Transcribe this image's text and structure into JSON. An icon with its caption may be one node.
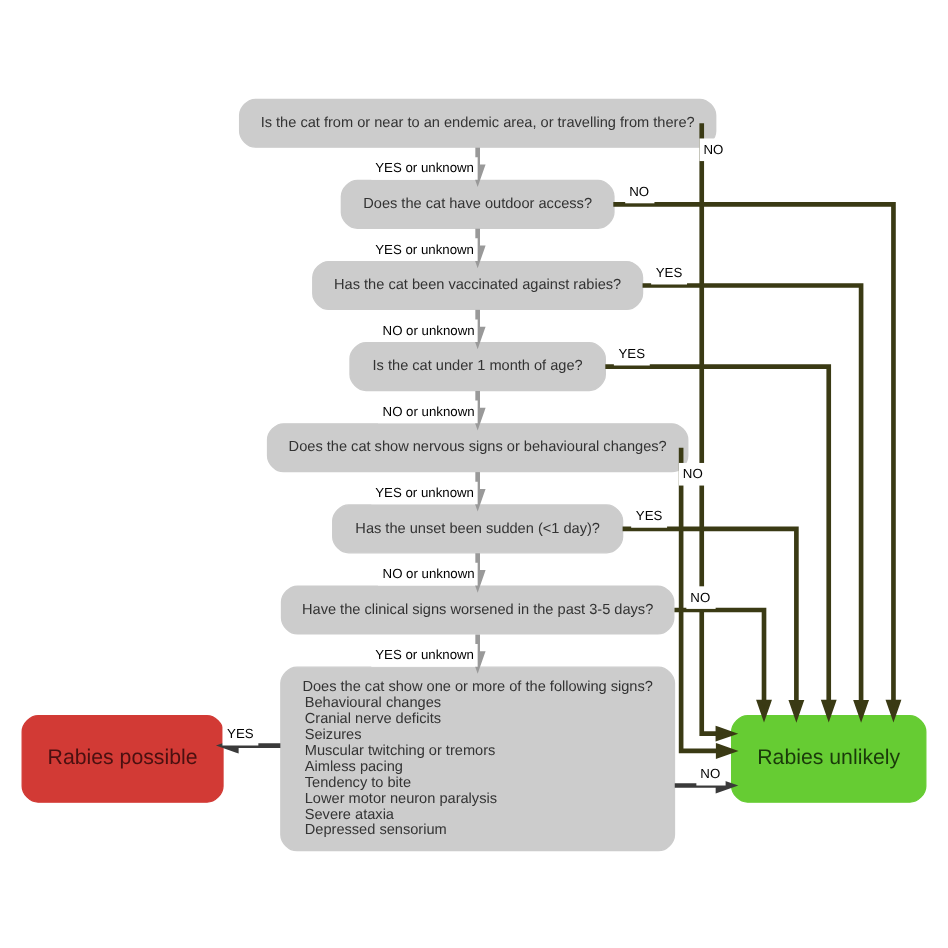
{
  "diagram": {
    "nodes": [
      {
        "text": [
          "Is the cat from or near to an endemic area, or travelling from there?"
        ]
      },
      {
        "text": [
          "Does the cat have outdoor access?"
        ]
      },
      {
        "text": [
          "Has the cat been vaccinated against rabies?"
        ]
      },
      {
        "text": [
          "Is the cat under 1 month of age?"
        ]
      },
      {
        "text": [
          "Does the cat show nervous signs or behavioural changes?"
        ]
      },
      {
        "text": [
          "Has the unset been sudden (<1 day)?"
        ]
      },
      {
        "text": [
          "Have the clinical signs worsened in the past 3-5 days?"
        ]
      },
      {
        "text": [
          "Does the cat show one or more of the following signs?",
          "Behavioural changes",
          "Cranial nerve deficits",
          "Seizures",
          "Muscular twitching or tremors",
          "Aimless pacing",
          "Tendency to bite",
          "Lower motor neuron paralysis",
          "Severe ataxia",
          "Depressed sensorium"
        ]
      },
      {
        "text": [
          "Rabies possible"
        ]
      },
      {
        "text": [
          "Rabies unlikely"
        ]
      }
    ],
    "edges": [
      {
        "from": 0,
        "to": 1,
        "arrow": "to",
        "label": "YES or unknown",
        "color": "#999999"
      },
      {
        "from": 1,
        "to": 2,
        "arrow": "to",
        "label": "YES or unknown",
        "color": "#999999"
      },
      {
        "from": 2,
        "to": 3,
        "arrow": "to",
        "label": "NO or unknown",
        "color": "#999999"
      },
      {
        "from": 3,
        "to": 4,
        "arrow": "to",
        "label": "NO or unknown",
        "color": "#999999"
      },
      {
        "from": 4,
        "to": 5,
        "arrow": "to",
        "label": "YES or unknown",
        "color": "#999999"
      },
      {
        "from": 5,
        "to": 6,
        "arrow": "to",
        "label": "NO or unknown",
        "color": "#999999"
      },
      {
        "from": 6,
        "to": 7,
        "arrow": "to",
        "label": "YES or unknown",
        "color": "#999999"
      },
      {
        "from": 0,
        "to": 9,
        "arrow": "to",
        "label": "NO",
        "color": "#3a3a14"
      },
      {
        "from": 1,
        "to": 9,
        "arrow": "to",
        "label": "NO",
        "color": "#3a3a14"
      },
      {
        "from": 2,
        "to": 9,
        "arrow": "to",
        "label": "YES",
        "color": "#3a3a14"
      },
      {
        "from": 3,
        "to": 9,
        "arrow": "to",
        "label": "YES",
        "color": "#3a3a14"
      },
      {
        "from": 4,
        "to": 9,
        "arrow": "to",
        "label": "NO",
        "color": "#3a3a14"
      },
      {
        "from": 5,
        "to": 9,
        "arrow": "to",
        "label": "YES",
        "color": "#3a3a14"
      },
      {
        "from": 6,
        "to": 9,
        "arrow": "to",
        "label": "NO",
        "color": "#3a3a14"
      },
      {
        "from": 7,
        "to": 8,
        "arrow": "to",
        "label": "YES",
        "color": "#3a3a3a"
      },
      {
        "from": 7,
        "to": 9,
        "arrow": "to",
        "label": "NO",
        "color": "#3a3a3a"
      }
    ]
  }
}
